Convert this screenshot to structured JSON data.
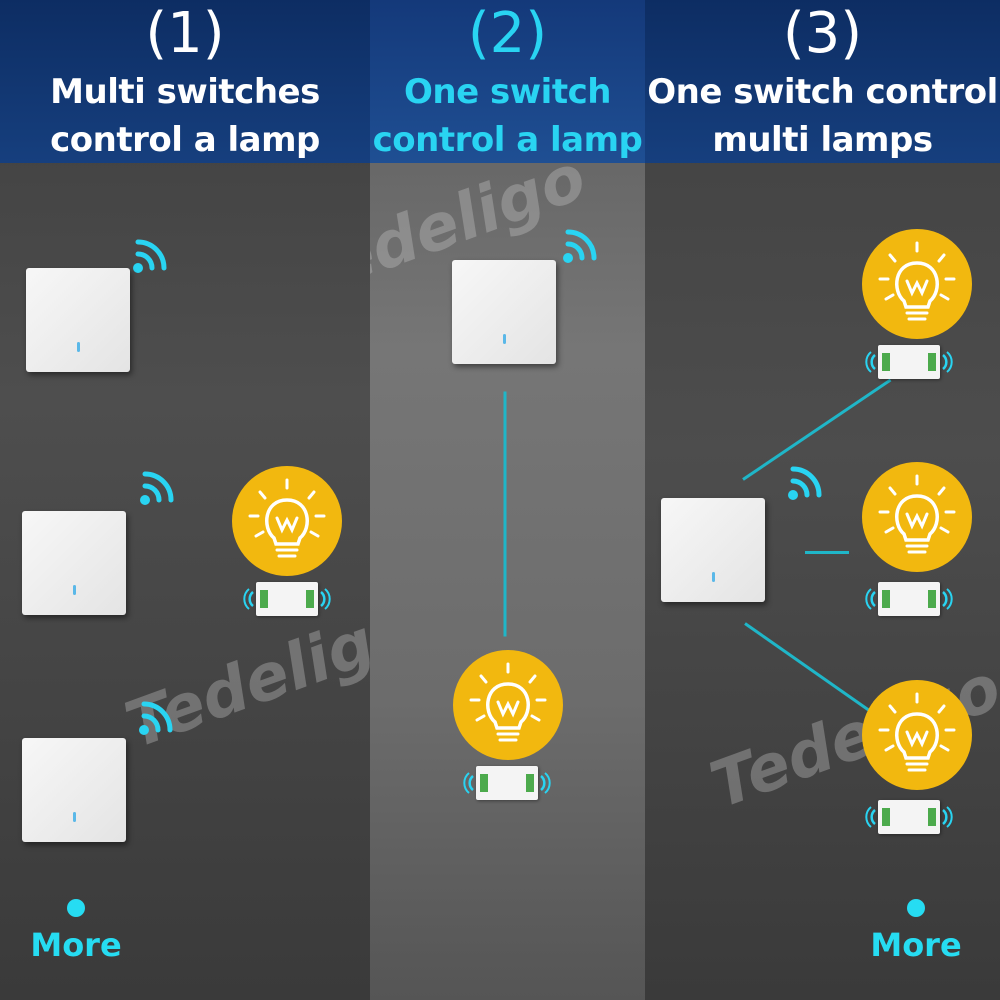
{
  "colors": {
    "header": "#163f7e",
    "accent": "#29d4f2",
    "bulb": "#f2b80f",
    "line": "#1fb6c8"
  },
  "icons": {
    "wifi": "wifi-signal-icon",
    "bulb": "light-bulb-icon",
    "receiver": "relay-receiver-module"
  },
  "panels": [
    {
      "number": "(1)",
      "title_line1": "Multi switches",
      "title_line2": "control a lamp"
    },
    {
      "number": "(2)",
      "title_line1": "One switch",
      "title_line2": "control a lamp"
    },
    {
      "number": "(3)",
      "title_line1": "One switch control",
      "title_line2": "multi lamps"
    }
  ],
  "more_left": "More",
  "more_right": "More",
  "watermark": "Tedeligo"
}
